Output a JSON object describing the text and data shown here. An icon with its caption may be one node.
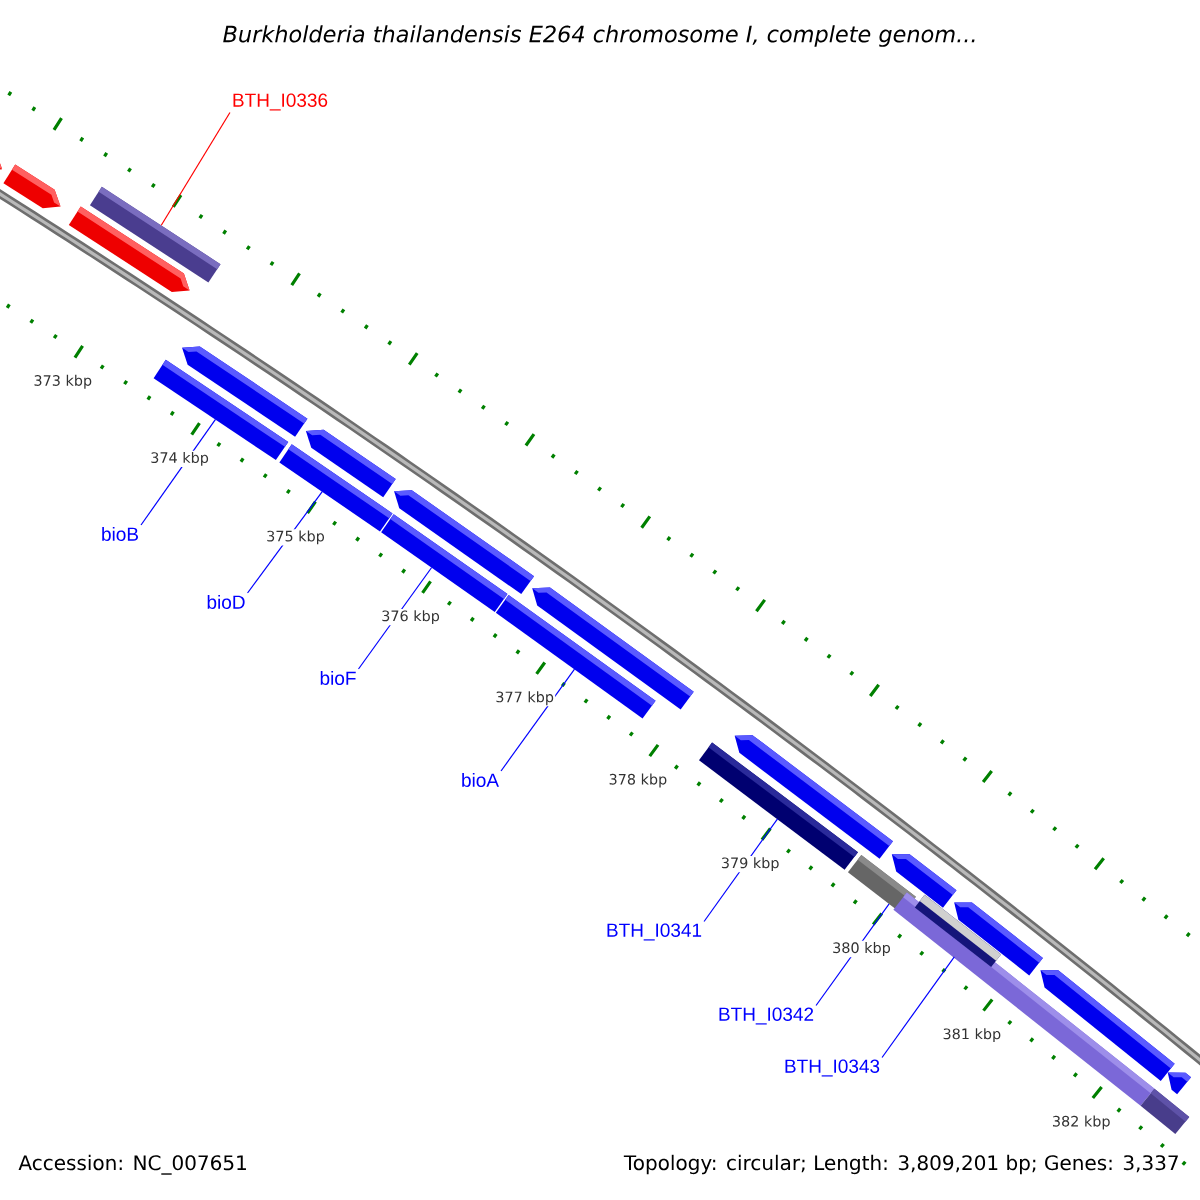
{
  "diagram": {
    "title": "Burkholderia thailandensis E264 chromosome I, complete genom...",
    "nodes": [
      {
        "text": [
          "BTH_I0336"
        ]
      },
      {
        "text": [],
        "shape": "pentagon"
      },
      {
        "text": [],
        "shape": "pentagon"
      },
      {
        "text": [],
        "shape": "pentagon"
      },
      {
        "text": [],
        "shape": "bar"
      },
      {
        "text": [],
        "shape": "pentagon"
      },
      {
        "text": [],
        "shape": "bar"
      },
      {
        "text": [],
        "shape": "pentagon"
      },
      {
        "text": [],
        "shape": "bar"
      },
      {
        "text": [],
        "shape": "pentagon"
      },
      {
        "text": [],
        "shape": "bar"
      },
      {
        "text": [],
        "shape": "pentagon"
      },
      {
        "text": [],
        "shape": "bar"
      },
      {
        "text": [
          "bioB"
        ]
      },
      {
        "text": [
          "bioD"
        ]
      },
      {
        "text": [
          "bioF"
        ]
      },
      {
        "text": [
          "bioA"
        ]
      },
      {
        "text": [],
        "shape": "pentagon"
      },
      {
        "text": [],
        "shape": "bar"
      },
      {
        "text": [],
        "shape": "pentagon"
      },
      {
        "text": [],
        "shape": "bar"
      },
      {
        "text": [],
        "shape": "bar"
      },
      {
        "text": [],
        "shape": "bar"
      },
      {
        "text": [],
        "shape": "pentagon"
      },
      {
        "text": [],
        "shape": "pentagon"
      },
      {
        "text": [],
        "shape": "bar"
      },
      {
        "text": [],
        "shape": "pentagon"
      },
      {
        "text": [
          "BTH_I0341"
        ]
      },
      {
        "text": [
          "BTH_I0342"
        ]
      },
      {
        "text": [
          "BTH_I0343"
        ]
      }
    ],
    "edges": [
      {
        "from": 0,
        "to": 4,
        "arrow": "none",
        "color": "#ff0000"
      },
      {
        "from": 13,
        "to": 6,
        "arrow": "none"
      },
      {
        "from": 14,
        "to": 8,
        "arrow": "none"
      },
      {
        "from": 15,
        "to": 10,
        "arrow": "none"
      },
      {
        "from": 16,
        "to": 12,
        "arrow": "none"
      },
      {
        "from": 27,
        "to": 18,
        "arrow": "none"
      },
      {
        "from": 28,
        "to": 20,
        "arrow": "none"
      },
      {
        "from": 29,
        "to": 21,
        "arrow": "none"
      }
    ],
    "labels": [
      "373 kbp",
      "374 kbp",
      "375 kbp",
      "376 kbp",
      "377 kbp",
      "378 kbp",
      "379 kbp",
      "380 kbp",
      "381 kbp",
      "382 kbp",
      "Accession: NC_007651",
      "Topology: circular; Length: 3,809,201 bp; Genes: 3,337"
    ]
  }
}
